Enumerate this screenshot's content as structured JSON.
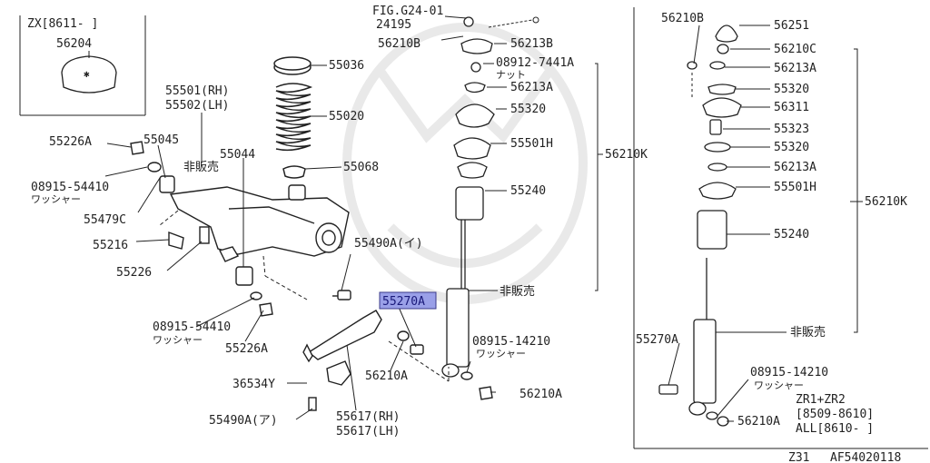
{
  "diagram": {
    "inset_note": "ZX[8611-    ]",
    "fig_ref": "FIG.G24-01",
    "footer_model": "Z31",
    "footer_code": "AF54020118",
    "applicability": [
      "ZR1+ZR2",
      "[8509-8610]",
      "ALL[8610-    ]"
    ],
    "parts": {
      "p56204": "56204",
      "p24195": "24195",
      "p56210B_a": "56210B",
      "p56213B": "56213B",
      "p08912": "08912-7441A",
      "nut": "ナット",
      "p56213A_a": "56213A",
      "p55320_a": "55320",
      "p55501H_a": "55501H",
      "p56210K_a": "56210K",
      "p55240_a": "55240",
      "hihanbai_a": "非販売",
      "p55036": "55036",
      "p55020": "55020",
      "p55068": "55068",
      "p55501rh": "55501(RH)",
      "p55502lh": "55502(LH)",
      "p55226A_a": "55226A",
      "p55045": "55045",
      "hihanbai_b": "非販売",
      "p55044": "55044",
      "p08915_54410_a": "08915-54410",
      "washer_a": "ワッシャー",
      "p55479C": "55479C",
      "p55216": "55216",
      "p55226": "55226",
      "p55490A_i": "55490A(イ)",
      "p55270A_sel": "55270A",
      "p08915_54410_b": "08915-54410",
      "washer_b": "ワッシャー",
      "p55226A_b": "55226A",
      "p08915_14210_a": "08915-14210",
      "washer_c": "ワッシャー",
      "p56210A_a": "56210A",
      "p56210A_b": "56210A",
      "p36534Y": "36534Y",
      "p55490A_a": "55490A(ア)",
      "p55617rh": "55617(RH)",
      "p55617lh": "55617(LH)",
      "p56210B_b": "56210B",
      "p56251": "56251",
      "p56210C": "56210C",
      "p56213A_b": "56213A",
      "p55320_b": "55320",
      "p56311": "56311",
      "p55323": "55323",
      "p55320_c": "55320",
      "p56213A_c": "56213A",
      "p55501H_b": "55501H",
      "p56210K_b": "56210K",
      "p55240_b": "55240",
      "p55270A_b": "55270A",
      "hihanbai_c": "非販売",
      "p08915_14210_b": "08915-14210",
      "washer_d": "ワッシャー",
      "p56210A_c": "56210A"
    },
    "colors": {
      "line": "#222222",
      "highlight_fill": "#9aa0e8",
      "highlight_border": "#3a3a8a"
    }
  }
}
